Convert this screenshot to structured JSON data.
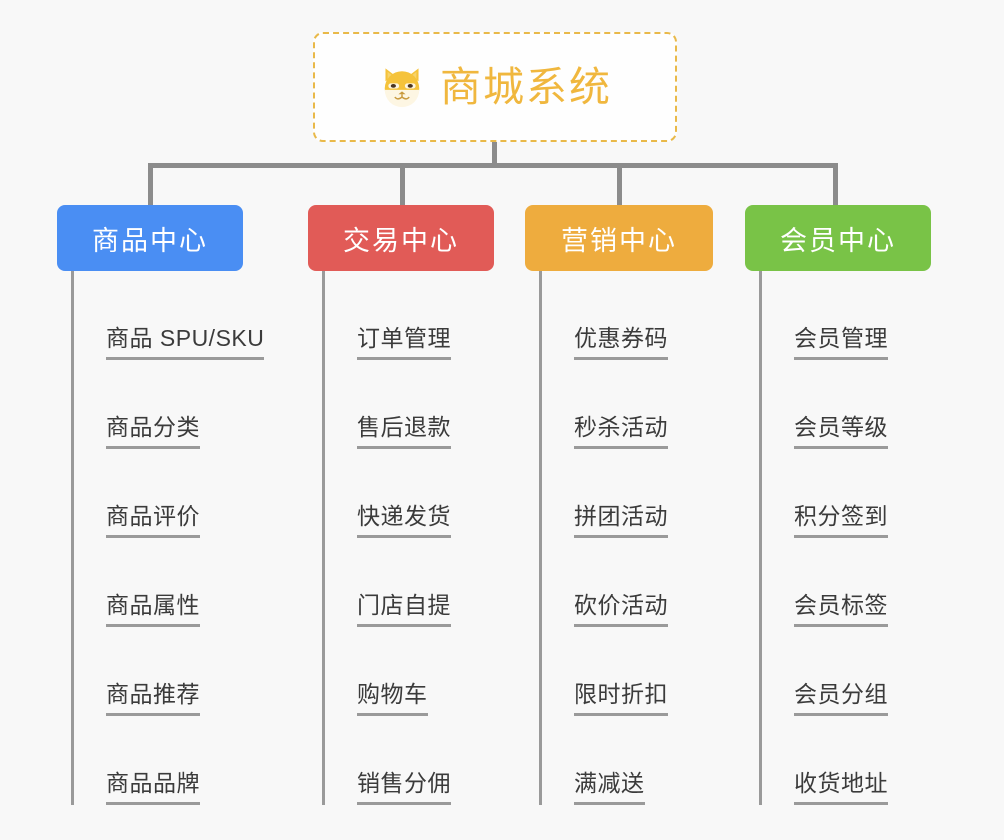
{
  "diagram": {
    "type": "org-chart",
    "background_color": "#f8f8f8",
    "connector_color": "#8c8c8c",
    "root": {
      "title": "商城系统",
      "icon": "shiba-inu-dog-face-emoji",
      "title_color": "#f0b73e",
      "border_color": "#e9b949",
      "border_style": "dashed",
      "fill_color": "#fefefe"
    },
    "categories": [
      {
        "label": "商品中心",
        "color": "#4a8ef3",
        "items": [
          "商品 SPU/SKU",
          "商品分类",
          "商品评价",
          "商品属性",
          "商品推荐",
          "商品品牌"
        ]
      },
      {
        "label": "交易中心",
        "color": "#e15b57",
        "items": [
          "订单管理",
          "售后退款",
          "快递发货",
          "门店自提",
          "购物车",
          "销售分佣"
        ]
      },
      {
        "label": "营销中心",
        "color": "#eeac3e",
        "items": [
          "优惠券码",
          "秒杀活动",
          "拼团活动",
          "砍价活动",
          "限时折扣",
          "满减送"
        ]
      },
      {
        "label": "会员中心",
        "color": "#79c347",
        "items": [
          "会员管理",
          "会员等级",
          "积分签到",
          "会员标签",
          "会员分组",
          "收货地址"
        ]
      }
    ]
  }
}
